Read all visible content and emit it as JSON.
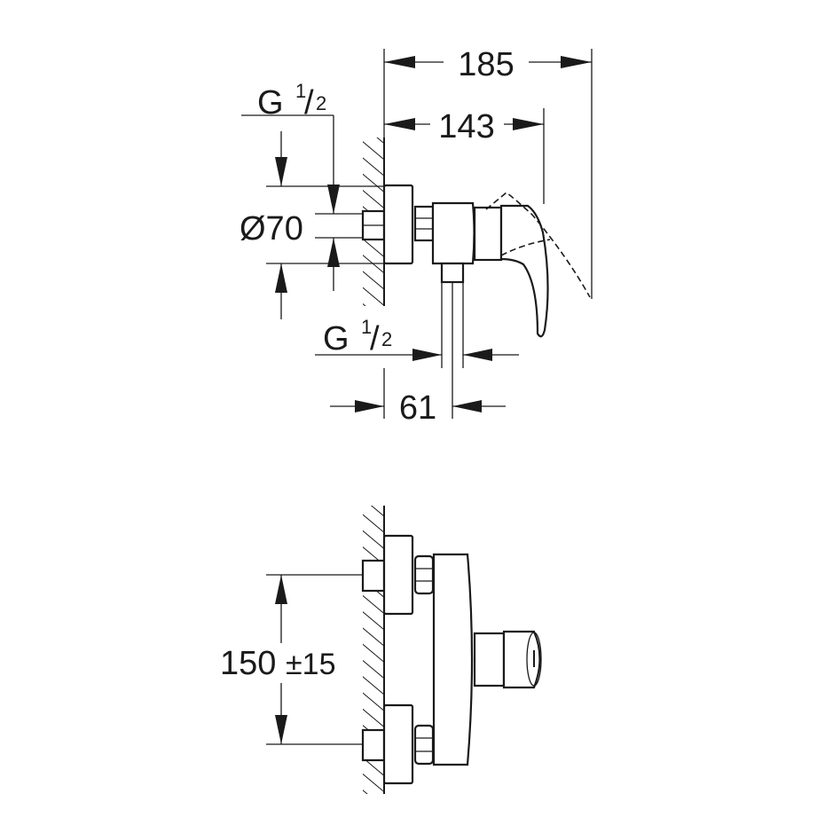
{
  "drawing": {
    "side_view": {
      "overall_depth": "185",
      "handle_depth": "143",
      "inlet_thread": {
        "prefix": "G",
        "fraction_num": "1",
        "fraction_den": "2"
      },
      "escutcheon_diameter": "Ø70",
      "outlet_thread": {
        "prefix": "G",
        "fraction_num": "1",
        "fraction_den": "2"
      },
      "outlet_offset": "61"
    },
    "front_view": {
      "inlet_spacing": "150",
      "inlet_tolerance": "±15"
    }
  }
}
